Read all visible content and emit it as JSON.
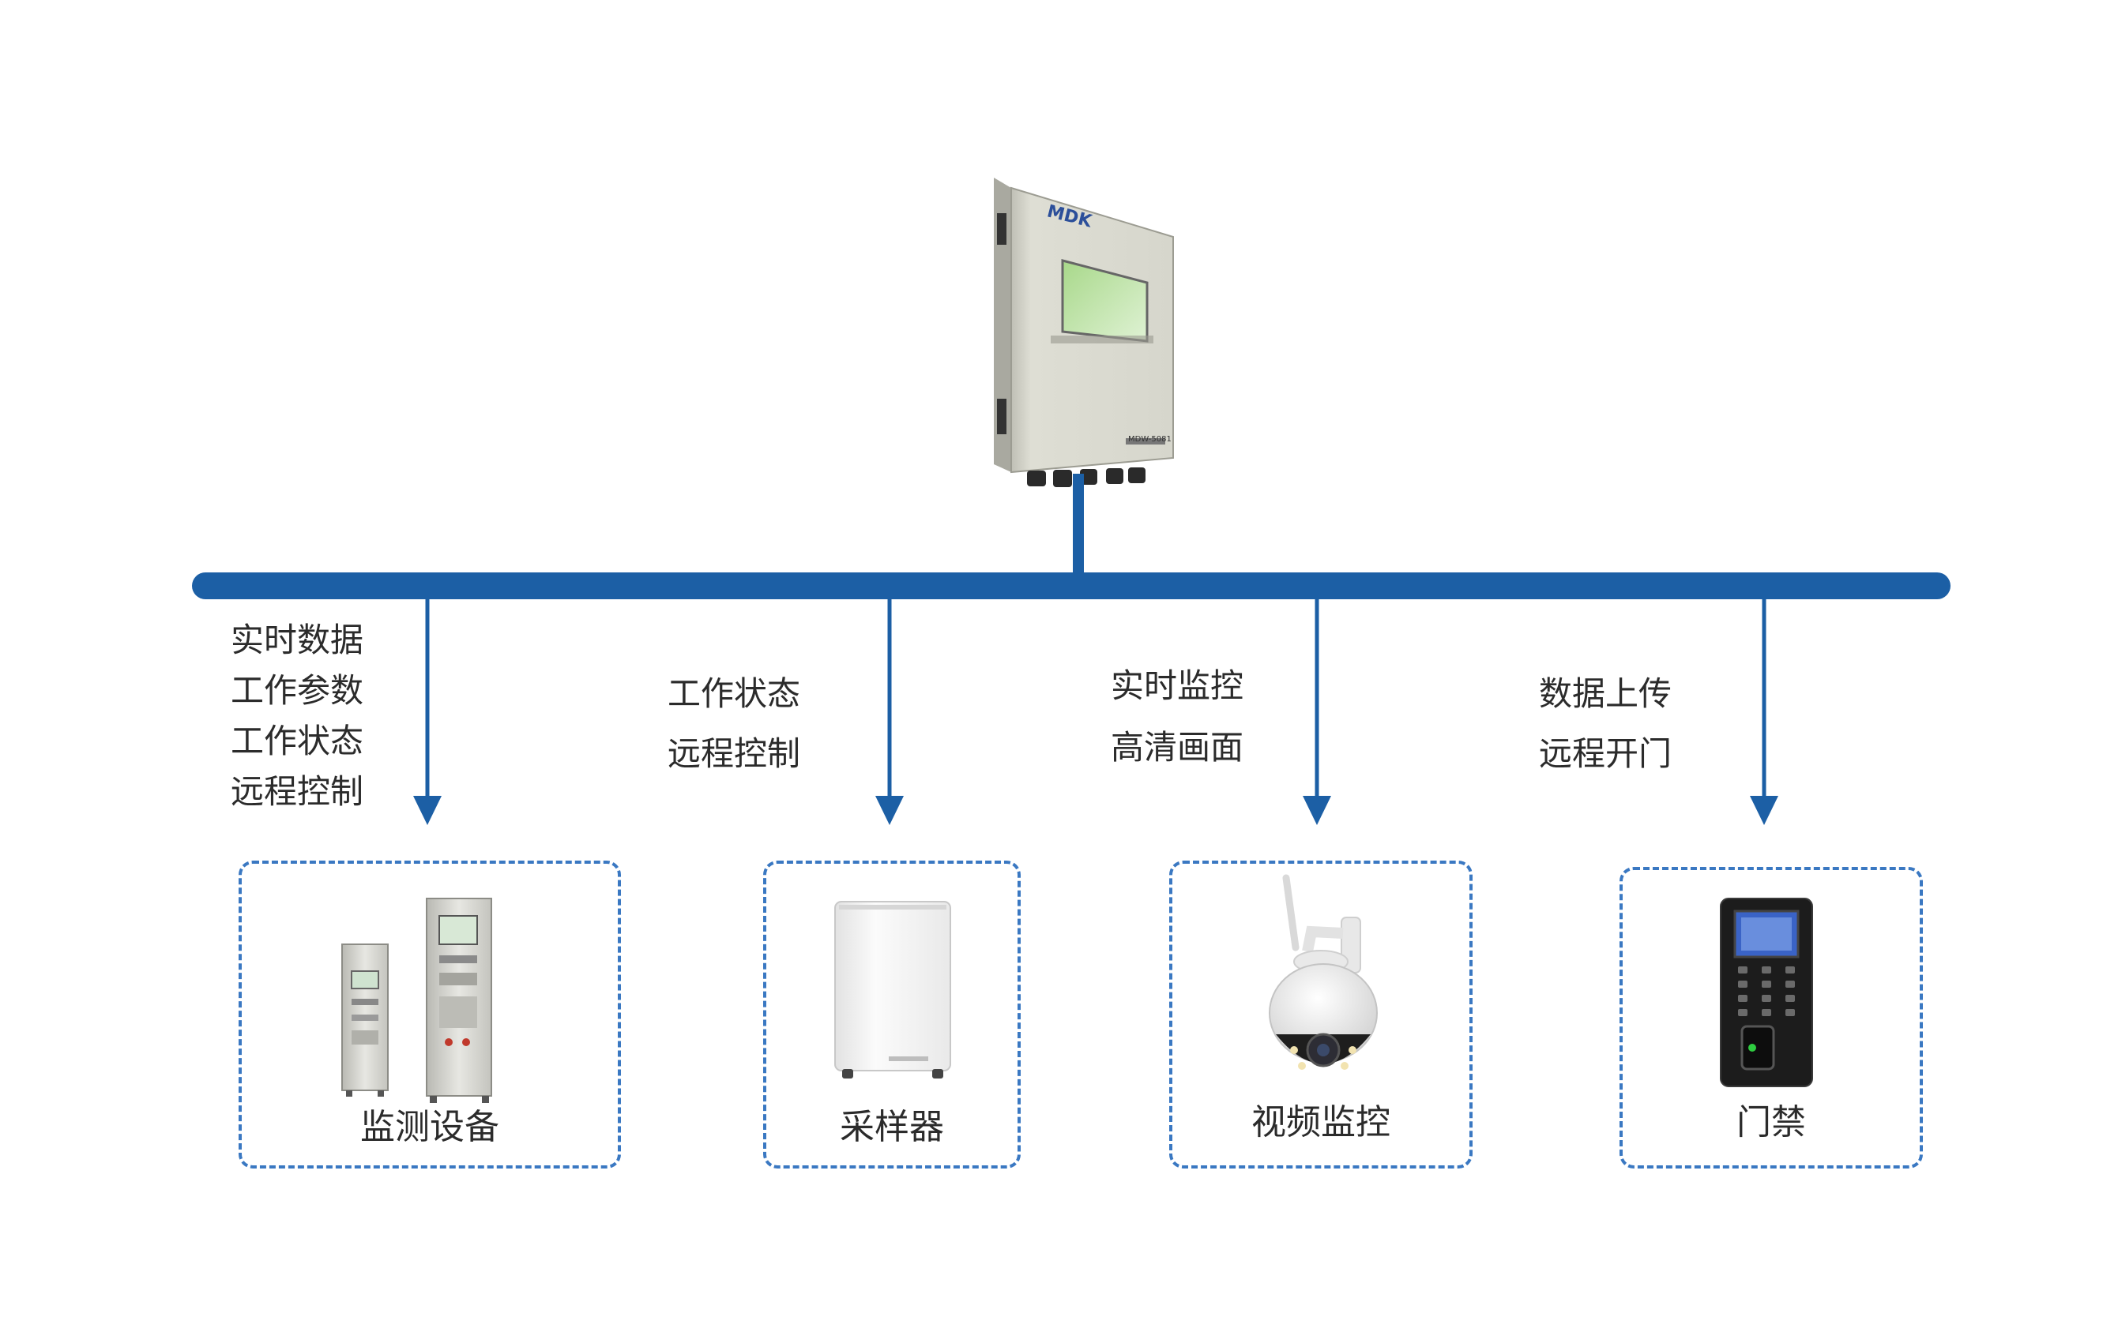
{
  "colors": {
    "bus": "#1c5fa5",
    "box_border": "#3a78c2",
    "text": "#2b2b2b"
  },
  "terminal": {
    "brand": "MDK",
    "model": "MDW-5081"
  },
  "branches": [
    {
      "labels": [
        "实时数据",
        "工作参数",
        "工作状态",
        "远程控制"
      ],
      "caption": "监测设备",
      "icon": "monitoring-cabinets-icon"
    },
    {
      "labels": [
        "工作状态",
        "远程控制"
      ],
      "caption": "采样器",
      "icon": "sampler-icon"
    },
    {
      "labels": [
        "实时监控",
        "高清画面"
      ],
      "caption": "视频监控",
      "icon": "ptz-camera-icon"
    },
    {
      "labels": [
        "数据上传",
        "远程开门"
      ],
      "caption": "门禁",
      "icon": "access-control-icon"
    }
  ]
}
